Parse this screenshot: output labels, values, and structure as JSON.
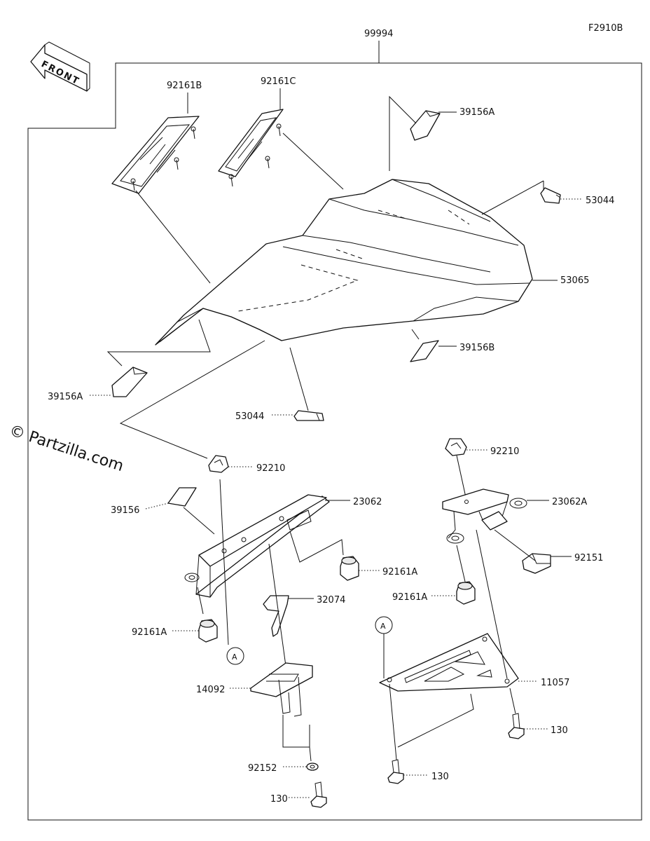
{
  "diagram": {
    "code": "F2910B",
    "kit_number": "99994",
    "front_label": "FRONT",
    "watermark": "© Partzilla.com",
    "parts": {
      "p92161B": "92161B",
      "p92161C": "92161C",
      "p39156A_top": "39156A",
      "p53044_right": "53044",
      "p53065": "53065",
      "p39156B": "39156B",
      "p39156A_left": "39156A",
      "p53044_bottom": "53044",
      "p92210_left": "92210",
      "p92210_right": "92210",
      "p23062": "23062",
      "p23062A": "23062A",
      "p39156": "39156",
      "p92151": "92151",
      "p92161A_mid": "92161A",
      "p92161A_right": "92161A",
      "p32074": "32074",
      "p92161A_left": "92161A",
      "p14092": "14092",
      "p11057": "11057",
      "p130_right": "130",
      "p92152": "92152",
      "p130_mid": "130",
      "p130_bottom": "130"
    },
    "reference_markers": {
      "left": "A",
      "right": "A"
    }
  }
}
